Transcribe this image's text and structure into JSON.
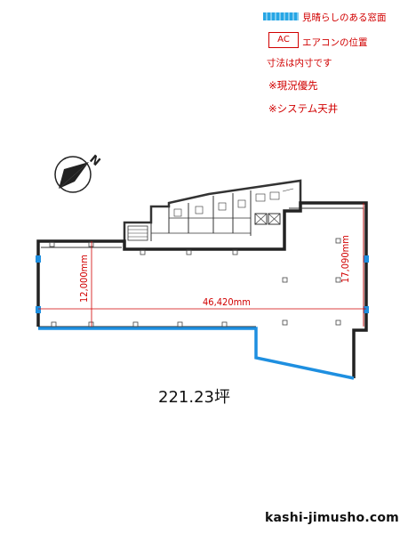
{
  "legend": {
    "window_label": "見晴らしのある窓面",
    "ac_box": "AC",
    "ac_label": "エアコンの位置",
    "inner_dims": "寸法は内寸です",
    "note1": "※現況優先",
    "note2": "※システム天井"
  },
  "compass": {
    "north": "N"
  },
  "dimensions": {
    "width": "46,420mm",
    "depth_left": "12,000mm",
    "depth_right": "17,090mm"
  },
  "area": "221.23坪",
  "site": "kashi-jimusho.com",
  "colors": {
    "wall": "#222222",
    "window": "#1e8fe0",
    "dimension": "#d10000"
  }
}
